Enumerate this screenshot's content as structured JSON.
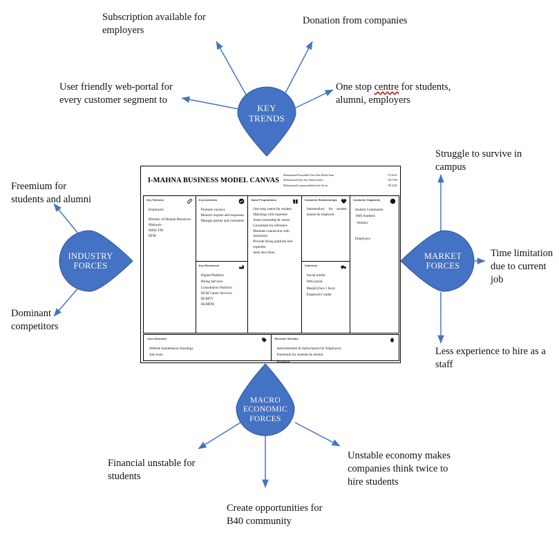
{
  "canvas": {
    "title": "I-MAHNA BUSINESS MODEL CANVAS",
    "team": [
      {
        "name": "Muhammad Faizuddin Putra Bin Mohd Atan",
        "id": "1716231"
      },
      {
        "name": "Muhammad Faris bin Ahmad Sabri",
        "id": "1817169"
      },
      {
        "name": "Muhammad Luqmanulhakim bin Sa'ari",
        "id": "1813225"
      }
    ],
    "blocks": {
      "key_partners": {
        "header": "Key Partners",
        "icon": "link-icon",
        "items": [
          "Employers",
          "Ministry of Human Resources Malaysia",
          "IM4U FM",
          "RTM"
        ]
      },
      "key_activities": {
        "header": "Key Activities",
        "icon": "check-circle-icon",
        "items": [
          "Promote vacancy",
          "Monitor request and responses",
          "Manage partner and customers"
        ]
      },
      "key_resources": {
        "header": "Key Resources",
        "icon": "factory-icon",
        "items": [
          "Digital Platform",
          "Hiring Services",
          "Consultation Platform",
          "IIUM Career Services",
          "IIUMTV",
          "IIUMFM"
        ]
      },
      "value_propositions": {
        "header": "Value Propositions",
        "icon": "gift-icon",
        "items": [
          "One-stop centre for student.",
          "Matching with expertise.",
          "Assist internship & career.",
          "Consultant for reference.",
          "Maintain connection with institution.",
          "Provide hiring platform hire expertise",
          "Seek new hires."
        ]
      },
      "customer_relationships": {
        "header": "Customer Relationships",
        "icon": "heart-icon",
        "items": [
          "Intermediary for student alumni & employer."
        ]
      },
      "channels": {
        "header": "Channels",
        "icon": "truck-icon",
        "items": [
          "Social media.",
          "Web portal.",
          "Masjid (face 2 face)",
          "Employers' outlet"
        ]
      },
      "customer_segments": {
        "header": "Customer Segments",
        "icon": "person-icon",
        "items": [
          "Student Community",
          "-B40 Students",
          "- Alumni",
          "Employers"
        ]
      },
      "cost_structure": {
        "header": "Cost Structure",
        "icon": "tag-icon",
        "items": [
          "Website maintenance (hosting).",
          "Ads tools."
        ]
      },
      "revenue_streams": {
        "header": "Revenue Streams",
        "icon": "coin-icon",
        "items": [
          "Advertisement & Subscription for Employers.",
          "Freemium for students & alumni.",
          "Donation"
        ]
      }
    }
  },
  "pins": {
    "key_trends": {
      "lines": [
        "KEY",
        "TRENDS"
      ],
      "color": "#4472C4"
    },
    "industry_forces": {
      "lines": [
        "INDUSTRY",
        "FORCES"
      ],
      "color": "#4472C4"
    },
    "market_forces": {
      "lines": [
        "MARKET",
        "FORCES"
      ],
      "color": "#4472C4"
    },
    "macro_economic_forces": {
      "lines": [
        "MACRO",
        "ECONOMIC",
        "FORCES"
      ],
      "color": "#4472C4"
    }
  },
  "notes": {
    "subscription": "Subscription available for employers",
    "donation": "Donation from companies",
    "web_portal": "User friendly web-portal for every customer segment to",
    "one_stop_pre": "One stop ",
    "one_stop_spell": "centre",
    "one_stop_post": " for students, alumni, employers",
    "freemium": "Freemium for students and alumni",
    "dominant": "Dominant competitors",
    "struggle": "Struggle to survive in campus",
    "time_limitation": "Time limitation due to current job",
    "less_experience": "Less experience to hire as a staff",
    "financial": "Financial unstable for students",
    "create_opportunities": "Create opportunities for B40 community",
    "unstable_economy": "Unstable economy makes companies think twice to hire students"
  },
  "theme": {
    "arrow_color": "#4472C4",
    "pin_fill": "#4472C4",
    "pin_stroke": "#2F5597"
  }
}
